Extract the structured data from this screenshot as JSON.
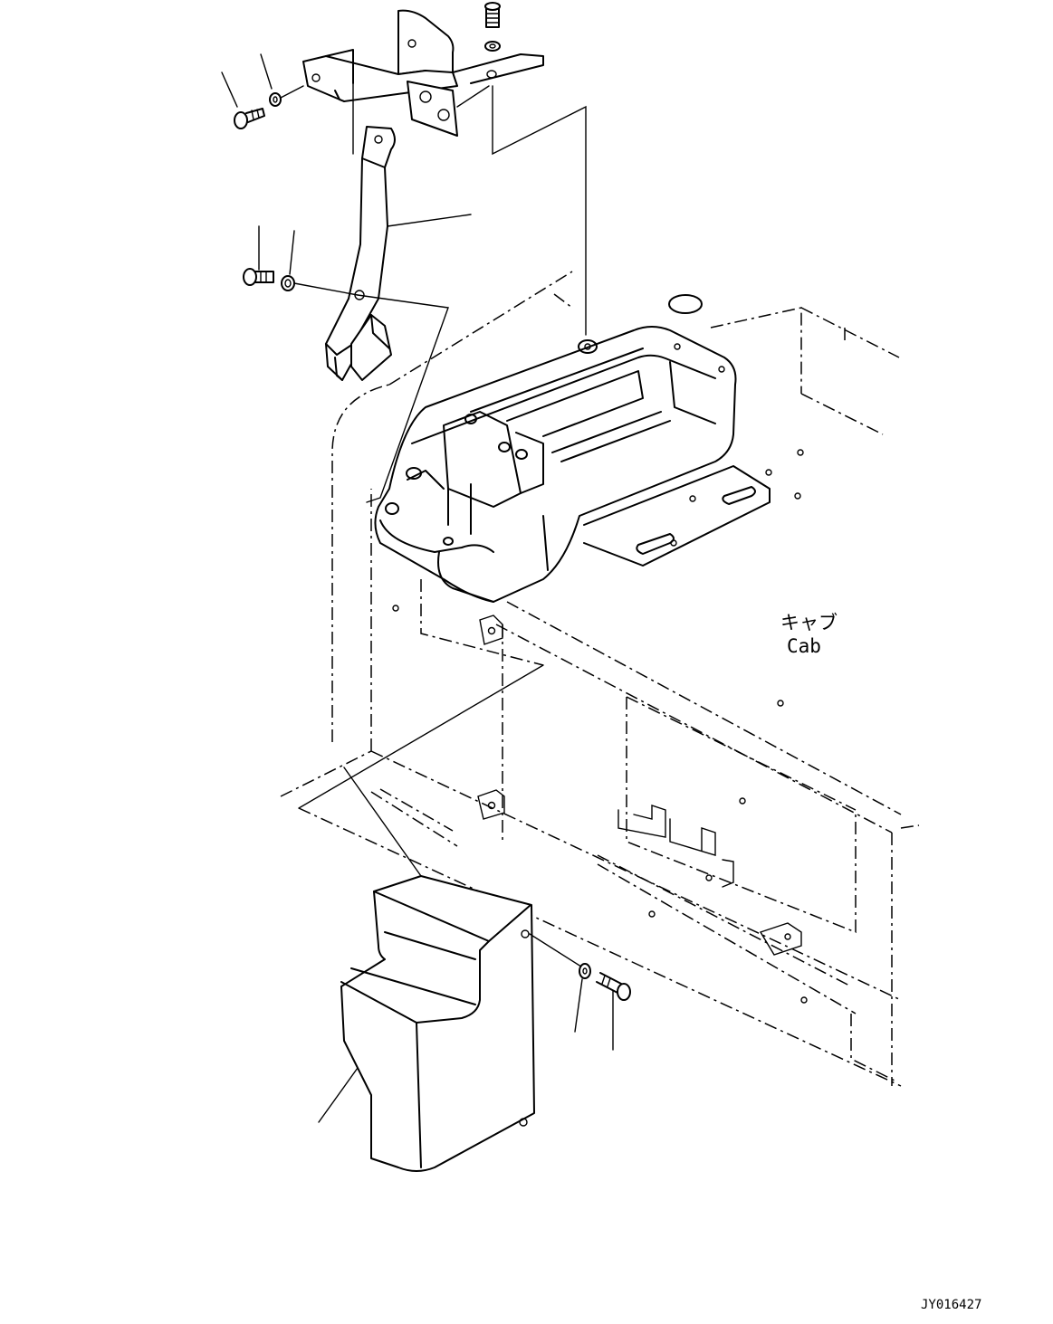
{
  "drawing": {
    "area_label_jp": "キャブ",
    "area_label_en": "Cab",
    "drawing_code": "JY016427"
  }
}
